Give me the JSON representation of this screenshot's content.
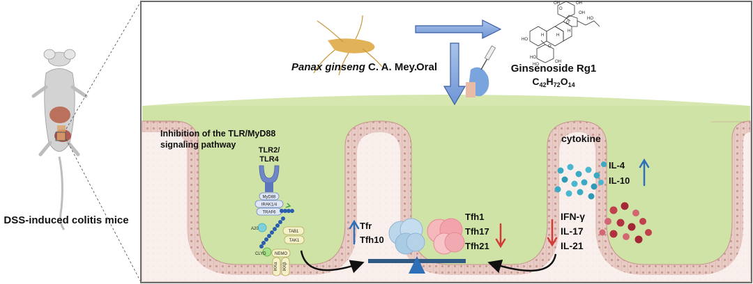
{
  "mouse_label": "DSS-induced colitis  mice",
  "source": {
    "name_italic": "Panax ginseng",
    "name_rest": " C. A. Mey.",
    "route": "Oral"
  },
  "compound": {
    "name": "Ginsenoside Rg1",
    "formula": {
      "c": "C",
      "c_n": "42",
      "h": "H",
      "h_n": "72",
      "o": "O",
      "o_n": "14"
    },
    "mol_labels": [
      "HO",
      "HO",
      "OH",
      "OH",
      "OH",
      "OH",
      "O",
      "O",
      "O",
      "H",
      "H",
      "H",
      "HO",
      "HO"
    ]
  },
  "pathway": {
    "title_line1": "Inhibition of the TLR/MyD88",
    "title_line2": "signaling pathway",
    "receptor_line1": "TLR2/",
    "receptor_line2": "TLR4",
    "nodes": [
      "MyD88",
      "IRAK1/4",
      "TRAF6",
      "A20",
      "TAB1",
      "TAK1",
      "CLYD",
      "NEMO",
      "IKKα",
      "IKKβ"
    ]
  },
  "cells_left": {
    "up": [
      "Tfr",
      "Tfh10"
    ],
    "direction": "up"
  },
  "cells_right": {
    "down": [
      "Tfh1",
      "Tfh17",
      "Tfh21"
    ],
    "direction": "down"
  },
  "cytokine": {
    "title": "cytokine",
    "up": [
      "IL-4",
      "IL-10"
    ],
    "down": [
      "IFN-γ",
      "IL-17",
      "IL-21"
    ]
  },
  "colors": {
    "tissue": "#cfe3a6",
    "tissue_dark": "#a9c879",
    "epithelium": "#e7c7c2",
    "nucleus": "#c79a94",
    "up_arrow": "#2f6fb7",
    "down_arrow": "#d23b34",
    "receptor": "#6f86c8",
    "balance": "#2f5a84",
    "blue_cells": "#a9cbe3",
    "pink_cells": "#f2a3ab",
    "teal_dots": "#3aa9c4",
    "red_dots": "#b2303f"
  }
}
